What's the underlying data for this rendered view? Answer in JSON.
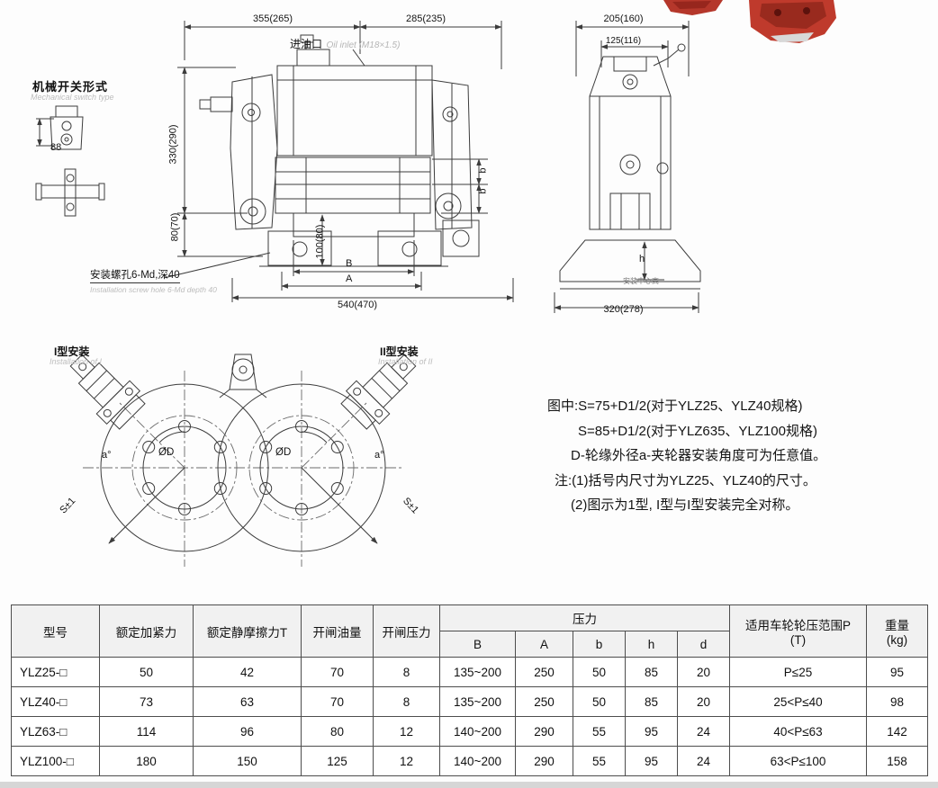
{
  "mech_switch": {
    "title_cn": "机械开关形式",
    "title_en": "Mechanical switch type",
    "dim": "88"
  },
  "front_view": {
    "dim_width_left": "355(265)",
    "dim_width_right": "285(235)",
    "oil_inlet_cn": "进油口",
    "oil_inlet_en": "Oil inlet (M18×1.5)",
    "dim_height_upper": "330(290)",
    "dim_height_lower": "80(70)",
    "dim_inner_height": "100(80)",
    "dim_b_upper": "b",
    "dim_b_lower": "b",
    "dim_B": "B",
    "dim_A": "A",
    "dim_total_width": "540(470)",
    "screw_note_cn": "安装螺孔6-Md,深40",
    "screw_note_en": "Installation screw hole 6-Md depth 40"
  },
  "side_view": {
    "dim_width": "205(160)",
    "dim_width2": "125(116)",
    "dim_h": "h",
    "center_height_note": "安装中心高",
    "dim_base_width": "320(278)"
  },
  "install_view": {
    "type1_cn": "I型安装",
    "type1_en": "Installation of I",
    "type2_cn": "II型安装",
    "type2_en": "Installation of II",
    "dia_left": "ØD",
    "dia_right": "ØD",
    "angle_left": "a°",
    "angle_right": "a°",
    "s_left": "S±1",
    "s_right": "S±1"
  },
  "notes": {
    "line1": "图中:S=75+D1/2(对于YLZ25、YLZ40规格)",
    "line2": "S=85+D1/2(对于YLZ635、YLZ100规格)",
    "line3": "D-轮缘外径a-夹轮器安装角度可为任意值。",
    "line4": "注:(1)括号内尺寸为YLZ25、YLZ40的尺寸。",
    "line5": "(2)图示为1型, I型与I型安装完全对称。"
  },
  "table": {
    "headers": {
      "model": "型号",
      "clamping_force": "额定加紧力",
      "static_friction": "额定静摩擦力T",
      "oil_volume": "开闸油量",
      "open_pressure": "开闸压力",
      "pressure_group": "压力",
      "sub": [
        "B",
        "A",
        "b",
        "h",
        "d"
      ],
      "wheel_range_l1": "适用车轮轮压范围P",
      "wheel_range_l2": "(T)",
      "weight_l1": "重量",
      "weight_l2": "(kg)"
    },
    "rows": [
      [
        "YLZ25-□",
        "50",
        "42",
        "70",
        "8",
        "135~200",
        "250",
        "50",
        "85",
        "20",
        "P≤25",
        "95"
      ],
      [
        "YLZ40-□",
        "73",
        "63",
        "70",
        "8",
        "135~200",
        "250",
        "50",
        "85",
        "20",
        "25<P≤40",
        "98"
      ],
      [
        "YLZ63-□",
        "114",
        "96",
        "80",
        "12",
        "140~200",
        "290",
        "55",
        "95",
        "24",
        "40<P≤63",
        "142"
      ],
      [
        "YLZ100-□",
        "180",
        "150",
        "125",
        "12",
        "140~200",
        "290",
        "55",
        "95",
        "24",
        "63<P≤100",
        "158"
      ]
    ]
  }
}
